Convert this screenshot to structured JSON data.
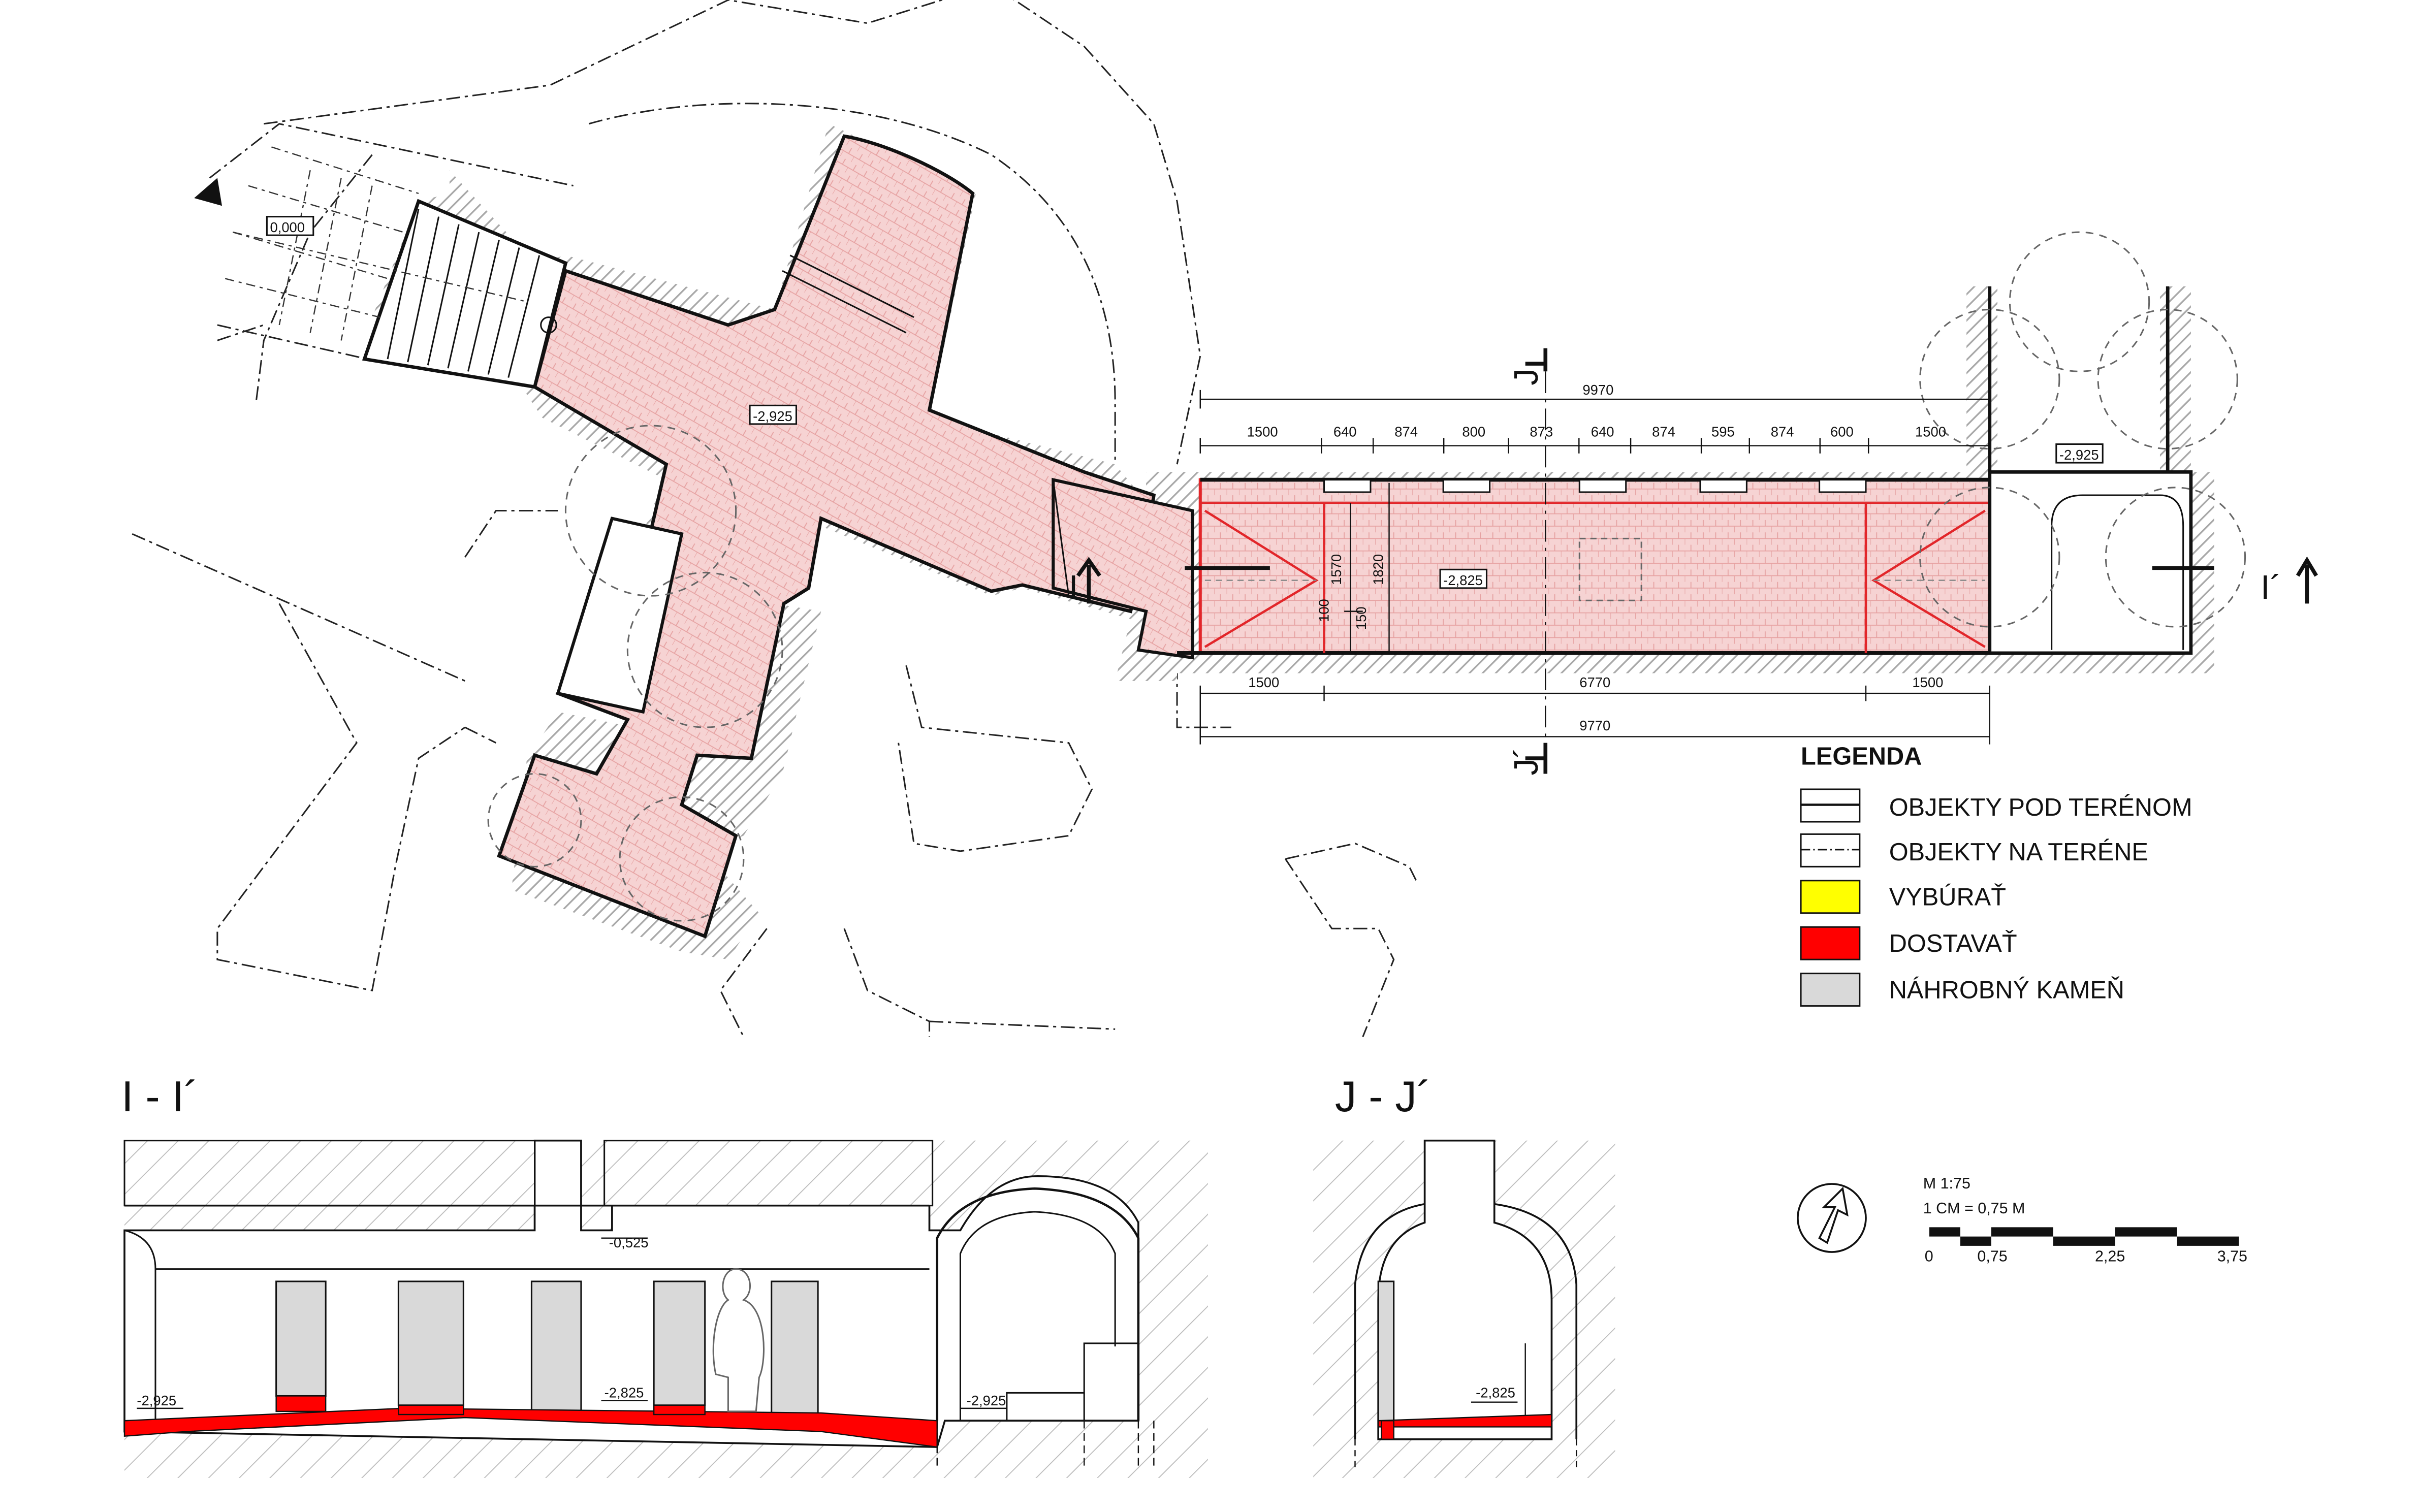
{
  "plan": {
    "entrance_level": "0,000",
    "crypt_level": "-2,925",
    "corridor_level": "-2,825",
    "right_room_level": "-2,925",
    "section_marks": {
      "i_left": "I",
      "i_right": "I´",
      "j_top": "J",
      "j_bottom": "J´"
    },
    "top_dims": {
      "overall": "9970",
      "segments": [
        "1500",
        "640",
        "874",
        "800",
        "873",
        "640",
        "874",
        "595",
        "874",
        "600",
        "1500"
      ]
    },
    "bottom_dims": {
      "segments": [
        "1500",
        "6770",
        "1500"
      ],
      "overall": "9770"
    },
    "vertical_dims": [
      "1570",
      "1820",
      "100",
      "150"
    ]
  },
  "legend": {
    "title": "LEGENDA",
    "items": [
      {
        "label": "OBJEKTY POD TERÉNOM",
        "swatch": "solid-line",
        "color": "#000000"
      },
      {
        "label": "OBJEKTY NA TERÉNE",
        "swatch": "dash-dot-line",
        "color": "#000000"
      },
      {
        "label": "VYBÚRAŤ",
        "swatch": "fill",
        "color": "#ffff00"
      },
      {
        "label": "DOSTAVAŤ",
        "swatch": "fill",
        "color": "#ff0000"
      },
      {
        "label": "NÁHROBNÝ KAMEŇ",
        "swatch": "fill",
        "color": "#d9d9d9"
      }
    ]
  },
  "sections": {
    "ii": {
      "title": "I - I´",
      "levels": [
        "-0,525",
        "-2,925",
        "-2,825",
        "-2,925"
      ]
    },
    "jj": {
      "title": "J - J´",
      "levels": [
        "-2,825"
      ]
    }
  },
  "scale": {
    "ratio": "M 1:75",
    "unit": "1 CM =  0,75 M",
    "ticks": [
      "0",
      "0,75",
      "2,25",
      "3,75"
    ]
  },
  "colors": {
    "red_fill": "#f0c0c0",
    "red_line": "#e2262a",
    "dostavat": "#ff0000",
    "vyburat": "#ffff00",
    "gravestone": "#d9d9d9",
    "hatch": "#a8a8a8"
  }
}
